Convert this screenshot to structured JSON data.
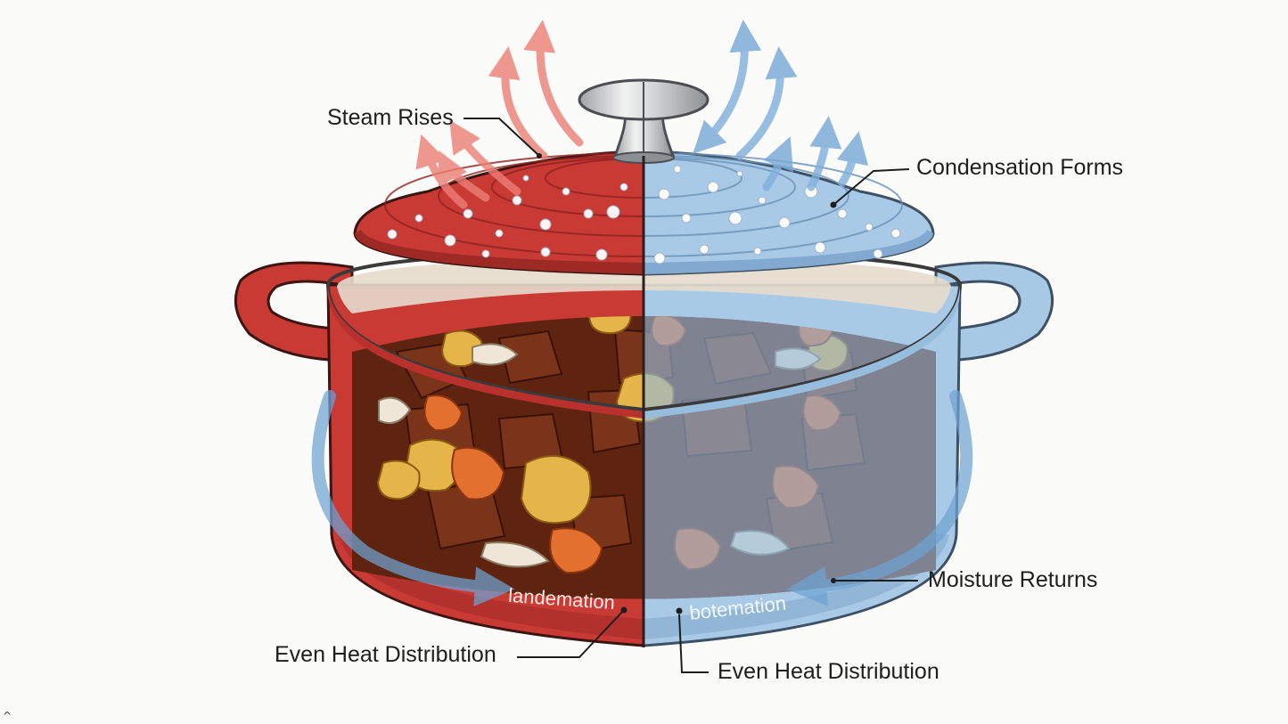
{
  "labels": {
    "steam_rises": "Steam Rises",
    "condensation_forms": "Condensation Forms",
    "moisture_returns": "Moisture Returns",
    "even_heat_left": "Even Heat Distribution",
    "even_heat_right": "Even Heat Distribution",
    "pot_text_left": "landemation",
    "pot_text_right": "botemation"
  },
  "colors": {
    "warm_red": "#c93a35",
    "warm_red_dark": "#9e2a26",
    "cool_blue": "#9cc3e0",
    "cool_blue_dark": "#6f9cc3",
    "steam_arrow": "#ef8a80",
    "cool_arrow": "#7fb0db",
    "stew_brown": "#6b2a12"
  },
  "icons": {
    "steam": "steam-arrow-icon",
    "flow": "circulation-arrow-icon",
    "droplet": "water-droplet-icon"
  },
  "corner_glyph": "^"
}
